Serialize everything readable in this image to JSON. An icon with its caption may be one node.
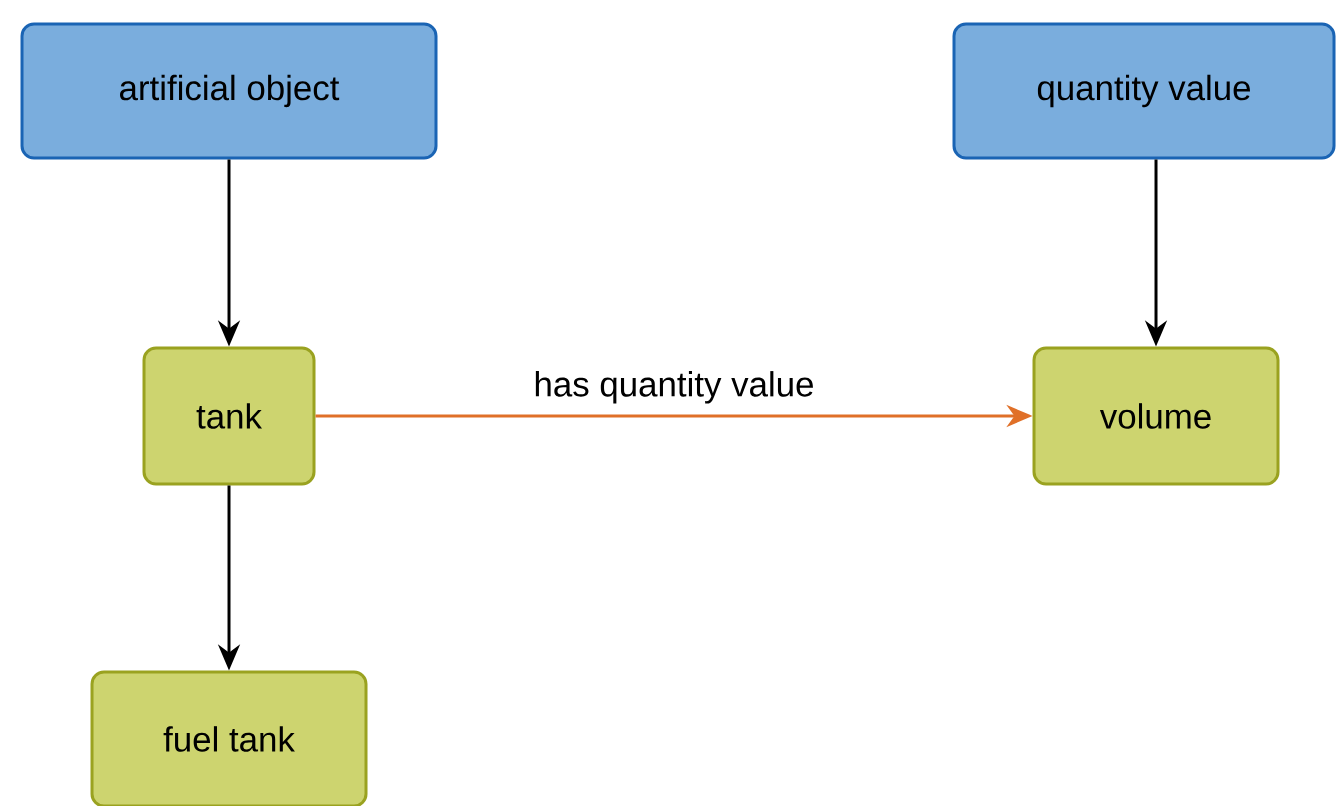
{
  "diagram": {
    "nodes": [
      {
        "text": [
          "artificial object"
        ]
      },
      {
        "text": [
          "quantity value"
        ]
      },
      {
        "text": [
          "tank"
        ]
      },
      {
        "text": [
          "volume"
        ]
      },
      {
        "text": [
          "fuel tank"
        ]
      }
    ],
    "edges": [
      {
        "from": 0,
        "to": 2,
        "arrow": "to"
      },
      {
        "from": 1,
        "to": 3,
        "arrow": "to"
      },
      {
        "from": 2,
        "to": 3,
        "arrow": "to",
        "label": "has quantity value",
        "color": "#e07028"
      },
      {
        "from": 2,
        "to": 4,
        "arrow": "to"
      }
    ]
  }
}
